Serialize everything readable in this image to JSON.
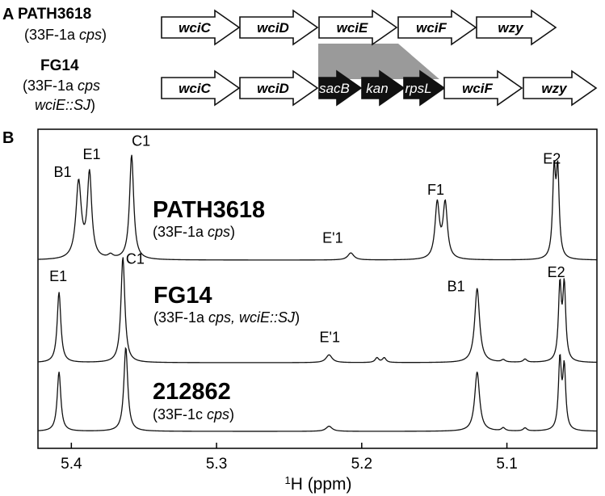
{
  "panel_a": {
    "label": "A",
    "rows": [
      {
        "name": "PATH3618",
        "desc": [
          {
            "text": "(33F-1a ",
            "italic": false
          },
          {
            "text": "cps",
            "italic": true
          },
          {
            "text": ")",
            "italic": false
          }
        ],
        "genes": [
          {
            "label": "wciC",
            "style": "white"
          },
          {
            "label": "wciD",
            "style": "white"
          },
          {
            "label": "wciE",
            "style": "white"
          },
          {
            "label": "wciF",
            "style": "white"
          },
          {
            "label": "wzy",
            "style": "white"
          }
        ]
      },
      {
        "name": "FG14",
        "desc": [
          {
            "text": "(33F-1a ",
            "italic": false
          },
          {
            "text": "cps",
            "italic": true
          }
        ],
        "desc2": [
          {
            "text": "wciE::SJ",
            "italic": true
          },
          {
            "text": ")",
            "italic": false
          }
        ],
        "genes": [
          {
            "label": "wciC",
            "style": "white"
          },
          {
            "label": "wciD",
            "style": "white"
          },
          {
            "label": "sacB",
            "style": "black"
          },
          {
            "label": "kan",
            "style": "black"
          },
          {
            "label": "rpsL",
            "style": "black"
          },
          {
            "label": "wciF",
            "style": "white"
          },
          {
            "label": "wzy",
            "style": "white"
          }
        ]
      }
    ],
    "colors": {
      "white_arrow": "#ffffff",
      "black_arrow": "#111111",
      "replacement_shade": "#9a9a9a"
    }
  },
  "chart_data": {
    "type": "line",
    "panel_label": "B",
    "xlabel_sup": "1",
    "xlabel": "H (ppm)",
    "xlim": [
      5.423,
      5.038
    ],
    "x_reversed": true,
    "x_ticks": [
      5.4,
      5.3,
      5.2,
      5.1
    ],
    "x_tick_labels": [
      "5.4",
      "5.3",
      "5.2",
      "5.1"
    ],
    "grid": false,
    "series": [
      {
        "name": "PATH3618",
        "desc": [
          {
            "text": "(33F-1a ",
            "italic": false
          },
          {
            "text": "cps",
            "italic": true
          },
          {
            "text": ")",
            "italic": false
          }
        ],
        "baseline": 0.0,
        "peaks": [
          {
            "ppm": 5.395,
            "height": 0.86,
            "width": 0.0022
          },
          {
            "ppm": 5.3875,
            "height": 0.95,
            "width": 0.0018
          },
          {
            "ppm": 5.373,
            "height": 0.04,
            "width": 0.002
          },
          {
            "ppm": 5.3585,
            "height": 1.18,
            "width": 0.0017
          },
          {
            "ppm": 5.2075,
            "height": 0.08,
            "width": 0.0025
          },
          {
            "ppm": 5.148,
            "height": 0.62,
            "width": 0.0018
          },
          {
            "ppm": 5.1425,
            "height": 0.62,
            "width": 0.0018
          },
          {
            "ppm": 5.0675,
            "height": 0.95,
            "width": 0.0012
          },
          {
            "ppm": 5.065,
            "height": 0.95,
            "width": 0.0012
          }
        ],
        "peak_labels": [
          {
            "text": "B1",
            "ppm": 5.406,
            "height": 0.9
          },
          {
            "text": "E1",
            "ppm": 5.386,
            "height": 1.1
          },
          {
            "text": "C1",
            "ppm": 5.352,
            "height": 1.25
          },
          {
            "text": "E'1",
            "ppm": 5.22,
            "height": 0.16
          },
          {
            "text": "F1",
            "ppm": 5.149,
            "height": 0.7
          },
          {
            "text": "E2",
            "ppm": 5.069,
            "height": 1.05
          }
        ]
      },
      {
        "name": "FG14",
        "desc": [
          {
            "text": "(33F-1a ",
            "italic": false
          },
          {
            "text": "cps, wciE::SJ",
            "italic": true
          },
          {
            "text": ")",
            "italic": false
          }
        ],
        "baseline": 0.0,
        "peaks": [
          {
            "ppm": 5.4085,
            "height": 0.9,
            "width": 0.0015
          },
          {
            "ppm": 5.3645,
            "height": 1.35,
            "width": 0.0016
          },
          {
            "ppm": 5.2225,
            "height": 0.1,
            "width": 0.0025
          },
          {
            "ppm": 5.1895,
            "height": 0.06,
            "width": 0.0015
          },
          {
            "ppm": 5.1845,
            "height": 0.06,
            "width": 0.0015
          },
          {
            "ppm": 5.1205,
            "height": 0.95,
            "width": 0.002
          },
          {
            "ppm": 5.1025,
            "height": 0.03,
            "width": 0.0015
          },
          {
            "ppm": 5.0875,
            "height": 0.04,
            "width": 0.0015
          },
          {
            "ppm": 5.0635,
            "height": 0.95,
            "width": 0.0012
          },
          {
            "ppm": 5.0605,
            "height": 0.95,
            "width": 0.0012
          }
        ],
        "peak_labels": [
          {
            "text": "E1",
            "ppm": 5.409,
            "height": 1.0
          },
          {
            "text": "C1",
            "ppm": 5.356,
            "height": 1.22
          },
          {
            "text": "E'1",
            "ppm": 5.222,
            "height": 0.22
          },
          {
            "text": "B1",
            "ppm": 5.135,
            "height": 0.87
          },
          {
            "text": "E2",
            "ppm": 5.066,
            "height": 1.05
          }
        ]
      },
      {
        "name": "212862",
        "desc": [
          {
            "text": "(33F-1c ",
            "italic": false
          },
          {
            "text": "cps",
            "italic": true
          },
          {
            "text": ")",
            "italic": false
          }
        ],
        "baseline": 0.0,
        "peaks": [
          {
            "ppm": 5.4085,
            "height": 0.58,
            "width": 0.0015
          },
          {
            "ppm": 5.3625,
            "height": 0.82,
            "width": 0.0016
          },
          {
            "ppm": 5.2225,
            "height": 0.05,
            "width": 0.0025
          },
          {
            "ppm": 5.1205,
            "height": 0.58,
            "width": 0.002
          },
          {
            "ppm": 5.1025,
            "height": 0.03,
            "width": 0.0015
          },
          {
            "ppm": 5.0875,
            "height": 0.03,
            "width": 0.0015
          },
          {
            "ppm": 5.0635,
            "height": 0.68,
            "width": 0.0012
          },
          {
            "ppm": 5.0605,
            "height": 0.6,
            "width": 0.0012
          }
        ],
        "peak_labels": []
      }
    ]
  }
}
